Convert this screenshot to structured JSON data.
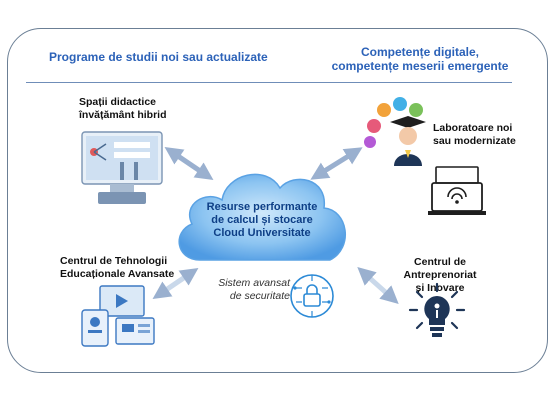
{
  "header": {
    "left": "Programe de studii noi sau actualizate",
    "right_line1": "Competențe digitale,",
    "right_line2": "competențe meserii emergente"
  },
  "nodes": {
    "top_left": {
      "line1": "Spații didactice",
      "line2": "învățământ hibrid",
      "icon": "monitor-circuit-icon"
    },
    "top_right": {
      "line1": "Laboratoare noi",
      "line2": "sau modernizate",
      "icon": "graduate-lab-icon"
    },
    "bottom_left": {
      "line1": "Centrul de Tehnologii",
      "line2": "Educaționale Avansate",
      "icon": "edtech-devices-icon"
    },
    "bottom_right": {
      "line1": "Centrul de Antreprenoriat",
      "line2": "și Inovare",
      "icon": "lightbulb-idea-icon"
    }
  },
  "center": {
    "line1": "Resurse performante",
    "line2": "de calcul și stocare",
    "line3": "Cloud Universitate",
    "icon": "cloud-icon"
  },
  "security": {
    "line1": "Sistem avansat",
    "line2": "de securitate",
    "icon": "security-lock-icon"
  },
  "colors": {
    "accent": "#2c62b8",
    "cloud": "#4f9be3",
    "arrow": "#9ab0cf",
    "dark": "#1e3557"
  }
}
